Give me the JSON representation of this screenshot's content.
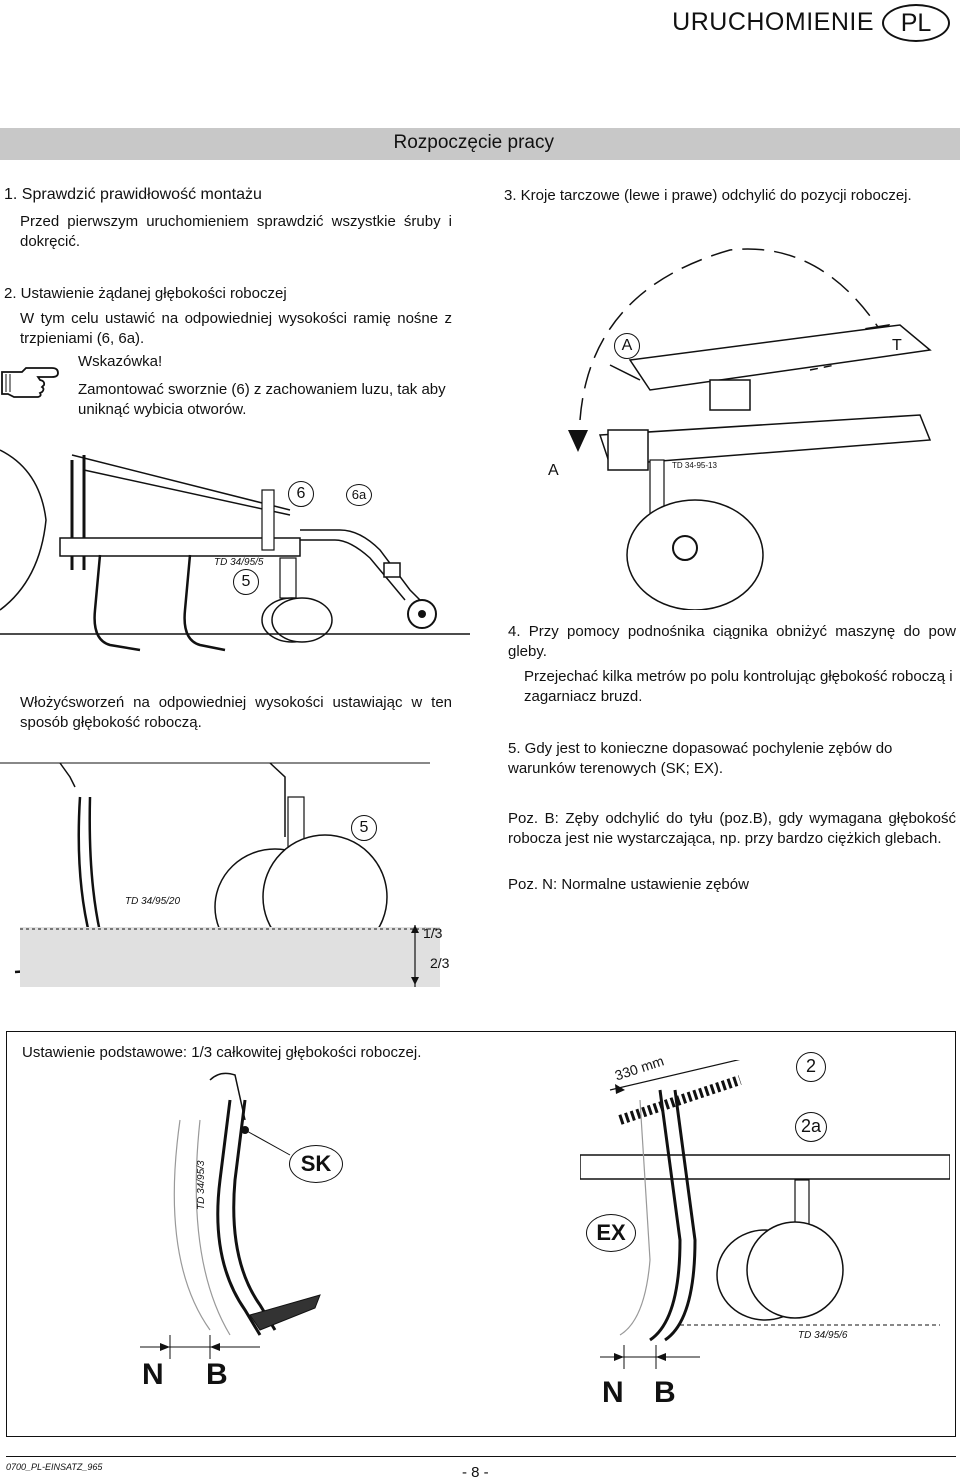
{
  "header": {
    "title": "URUCHOMIENIE",
    "lang": "PL"
  },
  "section": {
    "title": "Rozpoczęcie pracy"
  },
  "step1": {
    "heading": "1. Sprawdzić prawidłowość montażu",
    "text": "Przed pierwszym uruchomieniem sprawdzić wszystkie śruby i dokręcić."
  },
  "step2": {
    "heading": "2. Ustawienie żądanej głębokości roboczej",
    "text": "W tym celu ustawić na odpowiedniej wysokości ramię nośne z trzpieniami (6, 6a).",
    "note_label": "Wskazówka!",
    "note_text": "Zamontować sworznie (6) z zachowaniem luzu, tak aby uniknąć wybicia otworów."
  },
  "step3": {
    "text": "3. Kroje tarczowe (lewe i prawe) odchylić do pozycji roboczej."
  },
  "step4": {
    "line1": "4. Przy pomocy podnośnika ciągnika obniżyć maszynę do pow gleby.",
    "line2": "Przejechać kilka metrów po polu kontrolując głębokość roboczą i zagarniacz bruzd."
  },
  "step5": {
    "text": "5. Gdy jest to konieczne dopasować pochylenie zębów do warunków terenowych (SK; EX).",
    "pozB": "Poz. B:   Zęby odchylić do tyłu (poz.B), gdy wymagana głębokość robocza jest nie wystarczająca, np. przy bardzo ciężkich glebach.",
    "pozN": "Poz. N: Normalne ustawienie zębów"
  },
  "caption_insert": "Włożyćsworzeń na odpowiedniej wysokości ustawiając w ten sposób głębokość roboczą.",
  "caption_basic": "Ustawienie podstawowe: 1/3 całkowitej głębokości roboczej.",
  "figures": {
    "fig1": {
      "code": "TD 34/95/5",
      "label6": "6",
      "label6a": "6a",
      "label5": "5"
    },
    "fig2": {
      "code": "TD 34-95-13",
      "labelA1": "A",
      "labelA2": "A",
      "labelT": "T"
    },
    "fig3": {
      "code": "TD 34/95/20",
      "label5": "5",
      "frac1": "1/3",
      "frac2": "2/3"
    },
    "fig4": {
      "code": "TD 34/95/3",
      "sk": "SK",
      "n": "N",
      "b": "B"
    },
    "fig5": {
      "code": "TD 34/95/6",
      "mm": "330 mm",
      "l2": "2",
      "l2a": "2a",
      "ex": "EX",
      "n": "N",
      "b": "B"
    }
  },
  "footer": {
    "doc": "0700_PL-EINSATZ_965",
    "page": "- 8 -"
  }
}
